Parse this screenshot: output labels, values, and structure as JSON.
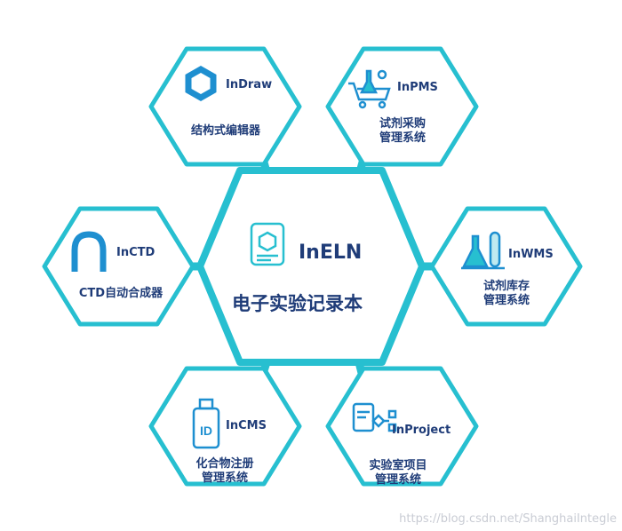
{
  "center": {
    "product": "InELN",
    "label": "电子实验记录本"
  },
  "nodes": [
    {
      "product": "InDraw",
      "label_lines": [
        "结构式编辑器"
      ],
      "icon": "hexagon-ring-icon"
    },
    {
      "product": "InPMS",
      "label_lines": [
        "试剂采购",
        "管理系统"
      ],
      "icon": "flask-cart-icon"
    },
    {
      "product": "InWMS",
      "label_lines": [
        "试剂库存",
        "管理系统"
      ],
      "icon": "flasks-icon"
    },
    {
      "product": "InProject",
      "label_lines": [
        "实验室项目",
        "管理系统"
      ],
      "icon": "project-flow-icon"
    },
    {
      "product": "InCMS",
      "label_lines": [
        "化合物注册",
        "管理系统"
      ],
      "icon": "bottle-id-icon"
    },
    {
      "product": "InCTD",
      "label_lines": [
        "CTD自动合成器"
      ],
      "icon": "arch-icon"
    }
  ],
  "watermark": "https://blog.csdn.net/ShanghaiIntegle",
  "colors": {
    "accent": "#27bfd0",
    "text": "#1f3c78",
    "icon_blue": "#1e8fd0"
  }
}
